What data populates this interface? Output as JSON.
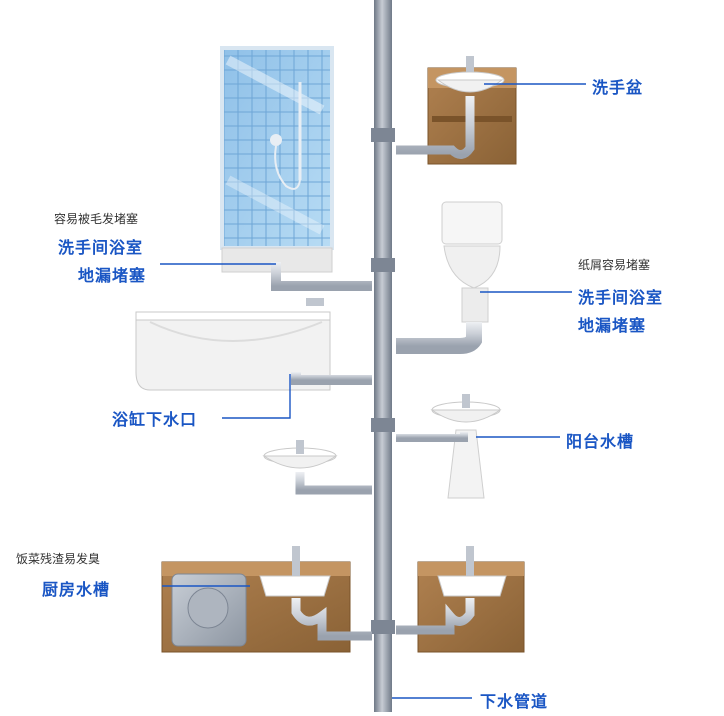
{
  "colors": {
    "accent": "#1a56c4",
    "pipe": "#8d96a4",
    "cabinet": "#9c7040",
    "tile": "#9fc8ea",
    "porcelain": "#f4f4f4"
  },
  "labels": {
    "wash_basin": "洗手盆",
    "hair_note": "容易被毛发堵塞",
    "bath_drain_l1": "洗手间浴室",
    "bath_drain_l2": "地漏堵塞",
    "paper_note": "纸屑容易堵塞",
    "toilet_drain_l1": "洗手间浴室",
    "toilet_drain_l2": "地漏堵塞",
    "bathtub_outlet": "浴缸下水口",
    "balcony_sink": "阳台水槽",
    "food_note": "饭菜残渣易发臭",
    "kitchen_sink": "厨房水槽",
    "drain_pipe": "下水管道"
  }
}
